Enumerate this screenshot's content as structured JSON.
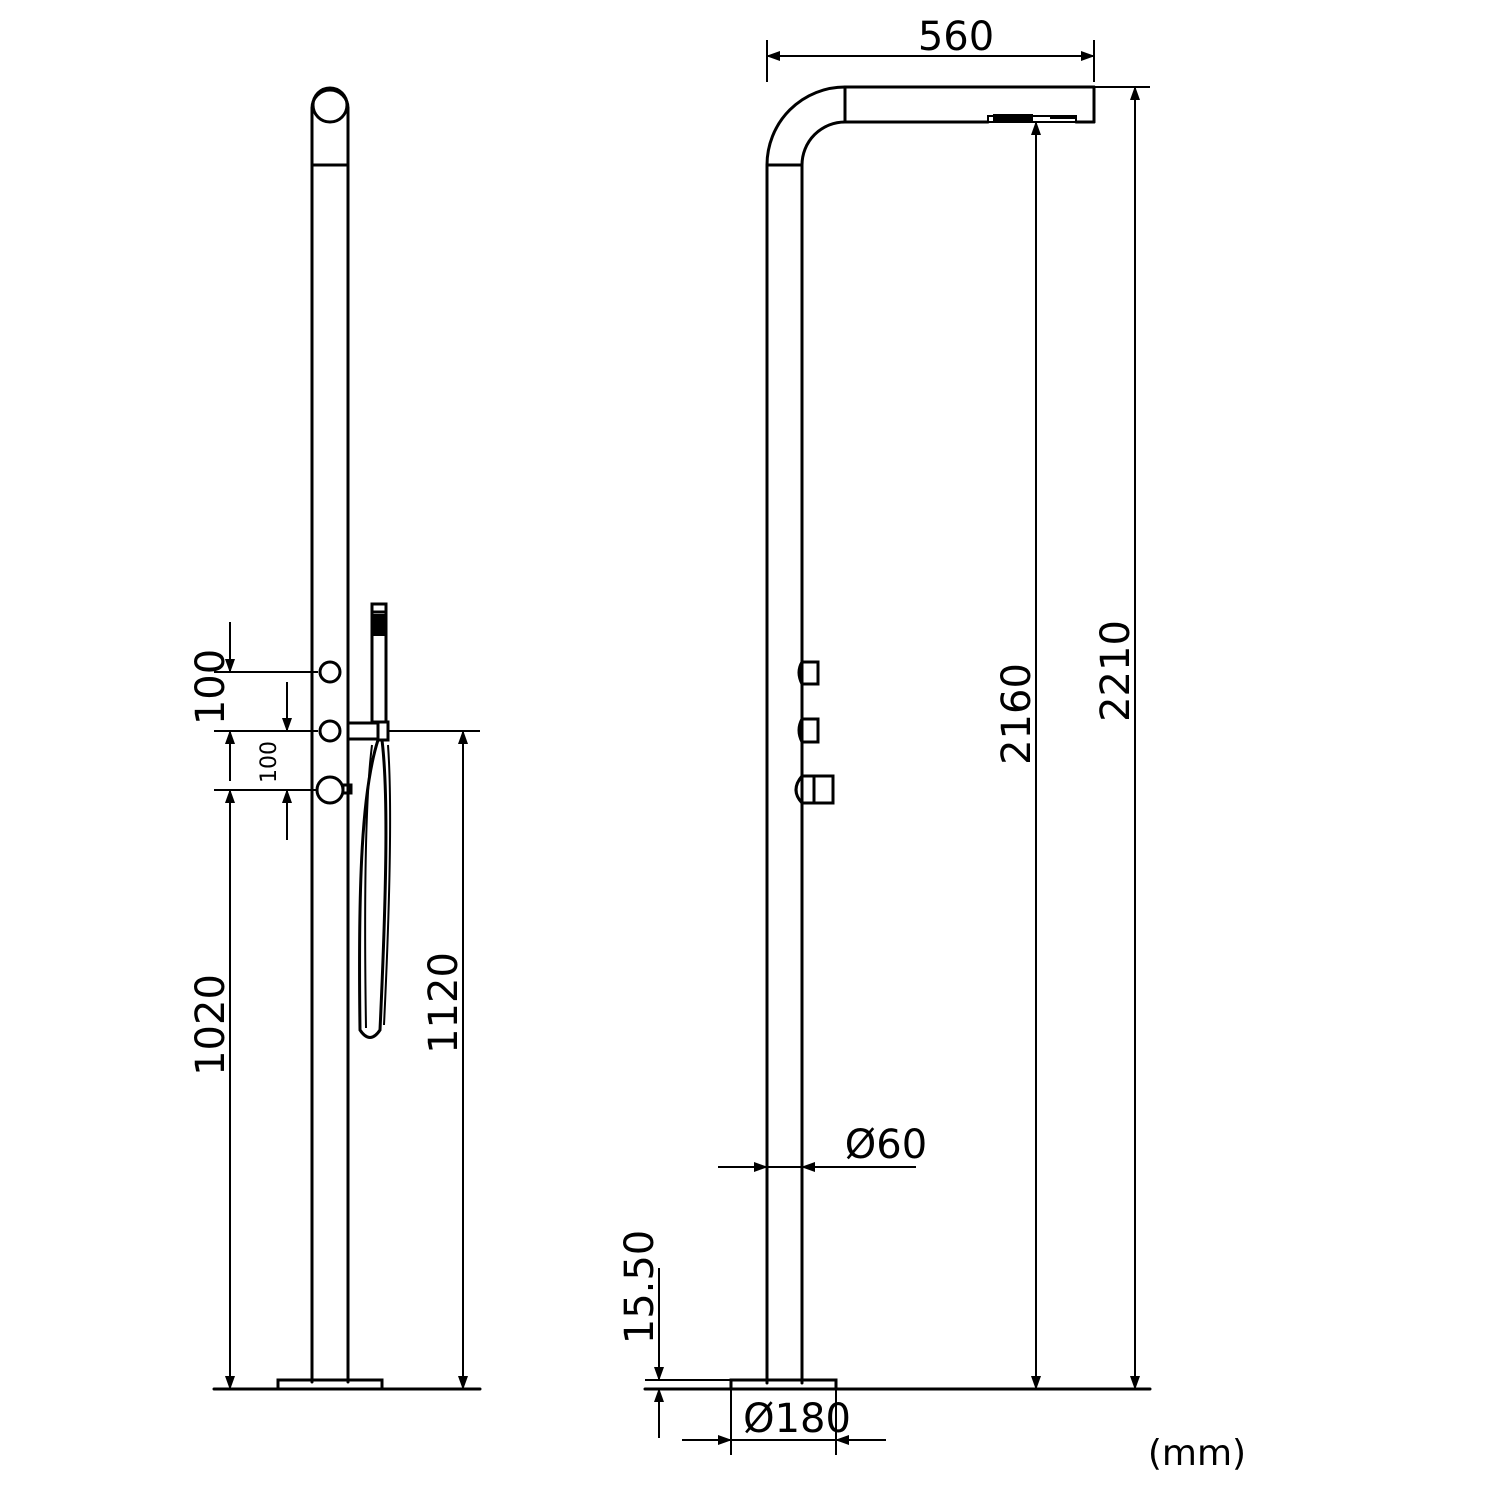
{
  "front_view": {
    "dim_handle_spacing_top": "100",
    "dim_handle_spacing_bottom": "100",
    "dim_lower_handle_height": "1020",
    "dim_hand_shower_holder_height": "1120"
  },
  "side_view": {
    "dim_arm_reach": "560",
    "dim_outlet_height": "2160",
    "dim_total_height": "2210",
    "dim_column_diameter": "Ø60",
    "dim_base_thickness": "15.50",
    "dim_base_diameter": "Ø180"
  },
  "units": "(mm)"
}
